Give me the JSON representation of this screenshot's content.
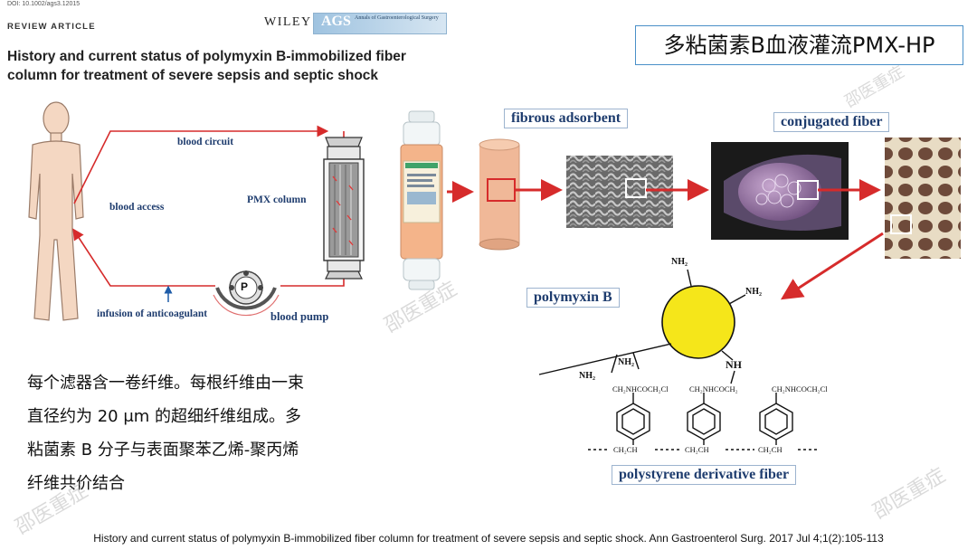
{
  "header": {
    "doi": "DOI: 10.1002/ags3.12015",
    "article_type": "REVIEW ARTICLE",
    "paper_title": "History and current status of polymyxin B-immobilized fiber column for treatment of severe sepsis and septic shock",
    "publisher": "WILEY",
    "journal_logo": "AGS",
    "journal_name": "Annals of Gastroenterological Surgery"
  },
  "headline": "多粘菌素B血液灌流PMX-HP",
  "circuit_diagram": {
    "blood_circuit": "blood circuit",
    "blood_access": "blood access",
    "pmx_column": "PMX column",
    "infusion": "infusion of anticoagulant",
    "blood_pump": "blood pump",
    "pump_symbol": "P"
  },
  "micrograph_labels": {
    "fibrous_adsorbent": "fibrous adsorbent",
    "conjugated_fiber": "conjugated fiber"
  },
  "chemistry": {
    "polymyxin_label": "polymyxin B",
    "nh2_top": "NH₂",
    "nh2_right": "NH₂",
    "nh2_left": "NH₂",
    "nh2_lower": "NH₂",
    "nh": "NH",
    "group_1": "CH₂NHCOCH₂Cl",
    "group_2": "CH₂NHCOCH₂",
    "group_3": "CH₂NHCOCH₂Cl",
    "backbone_1": "CH₂CH",
    "backbone_2": "CH₂CH",
    "backbone_3": "CH₂CH",
    "fiber_label": "polystyrene derivative fiber"
  },
  "description": {
    "line1": "每个滤器含一卷纤维。每根纤维由一束",
    "line2": "直径约为 20 μm 的超细纤维组成。多",
    "line3": "粘菌素 B 分子与表面聚苯乙烯-聚丙烯",
    "line4": "纤维共价结合"
  },
  "citation": "History and current status of polymyxin B-immobilized fiber column for treatment of severe sepsis and septic shock. Ann Gastroenterol Surg. 2017 Jul 4;1(2):105-113",
  "watermark": "邵医重症",
  "colors": {
    "circuit_red": "#d62b2b",
    "label_navy": "#1e3c6e",
    "headline_border": "#4a90c8",
    "polymyxin_yellow": "#f5e61a"
  }
}
